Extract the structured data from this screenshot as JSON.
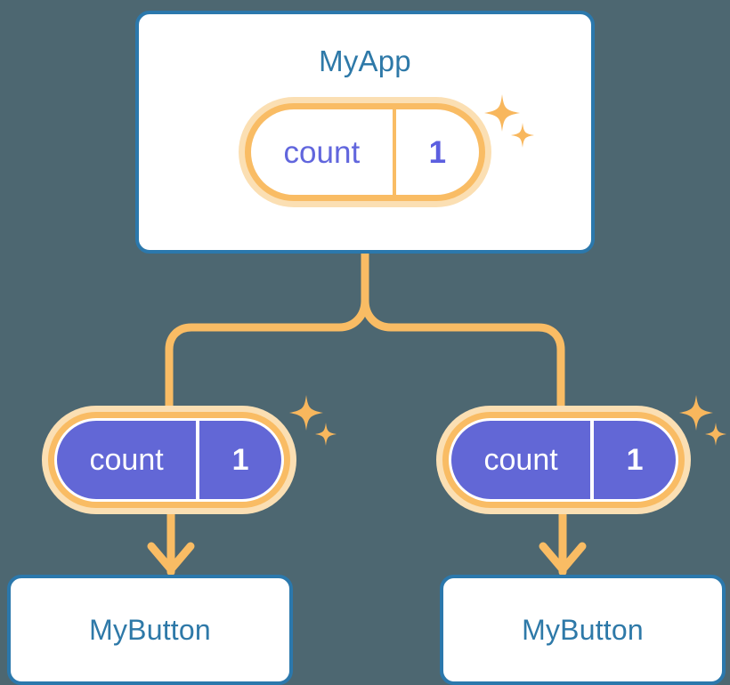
{
  "diagram": {
    "title_text": "MyApp",
    "background_color": "#4d6771",
    "card_border_color": "#2b78ac",
    "card_title_color": "#2e79a8",
    "accent_orange": "#f9bc64",
    "halo_orange": "#fbdfb3",
    "state_purple": "#6267d6",
    "state_text_purple": "#6166dd",
    "sparkle_color": "#f8b75d"
  },
  "root": {
    "label": "MyApp",
    "state": {
      "key": "count",
      "value": "1"
    }
  },
  "children": [
    {
      "label": "MyButton",
      "state": {
        "key": "count",
        "value": "1"
      }
    },
    {
      "label": "MyButton",
      "state": {
        "key": "count",
        "value": "1"
      }
    }
  ],
  "icons": {
    "sparkle_large": "sparkle-icon",
    "sparkle_small": "sparkle-icon",
    "arrow": "arrow-down-icon",
    "connector": "branch-connector-icon"
  }
}
